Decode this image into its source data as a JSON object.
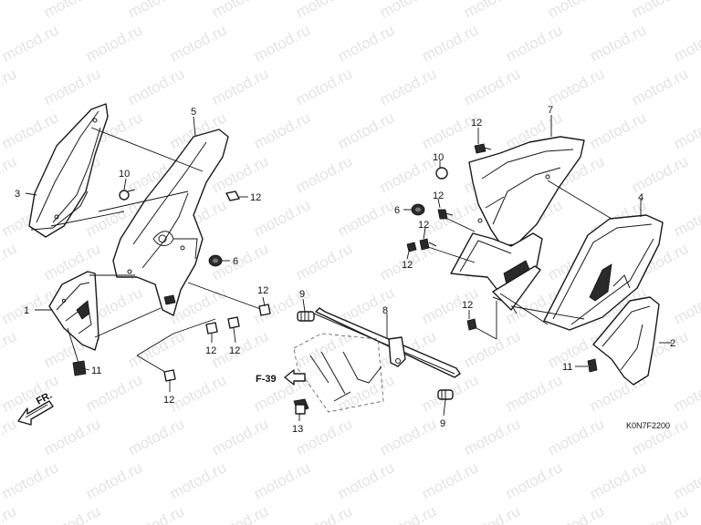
{
  "watermark_text": "motod.ru",
  "diagram_code": "K0N7F2200",
  "reference_label": "F-39",
  "front_label": "FR.",
  "callouts": {
    "c1": "1",
    "c2": "2",
    "c3": "3",
    "c4": "4",
    "c5": "5",
    "c6a": "6",
    "c6b": "6",
    "c7": "7",
    "c8": "8",
    "c9a": "9",
    "c9b": "9",
    "c10a": "10",
    "c10b": "10",
    "c11a": "11",
    "c11b": "11",
    "c12a": "12",
    "c12b": "12",
    "c12c": "12",
    "c12d": "12",
    "c12e": "12",
    "c12f": "12",
    "c12g": "12",
    "c12h": "12",
    "c12i": "12",
    "c12j": "12",
    "c13": "13"
  }
}
